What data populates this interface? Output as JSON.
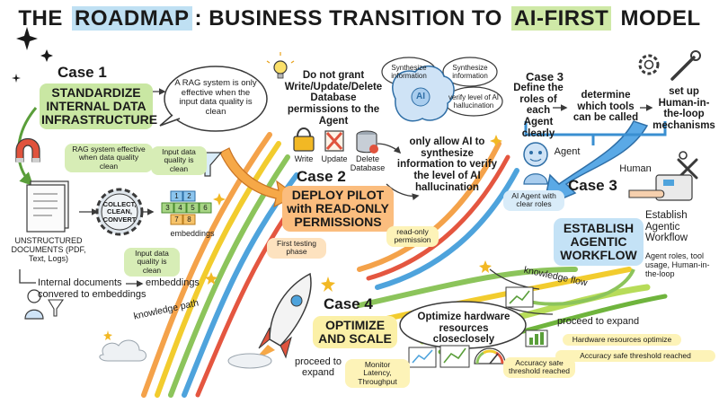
{
  "title": {
    "part1": "THE ",
    "part2": "ROADMAP",
    "part3": ": BUSINESS TRANSITION TO ",
    "part4": "AI-FIRST",
    "part5": " MODEL"
  },
  "case1": {
    "label": "Case 1",
    "headline": "STANDARDIZE INTERNAL DATA INFRASTRUCTURE",
    "rag_bubble": "A RAG system is only effective when the input data quality is clean",
    "rag_tag": "RAG system effective when data quality clean",
    "input_tag_top": "Input data quality is clean",
    "input_tag_bottom": "Input data quality is clean",
    "gear": "COLLECT, CLEAN, CONVERT",
    "blocks": [
      "1",
      "2",
      "3",
      "4",
      "5",
      "6",
      "7",
      "8"
    ],
    "embeddings": "embeddings",
    "unstructured": "UNSTRUCTURED DOCUMENTS (PDF, Text, Logs)",
    "flow_left": "Internal documents",
    "flow_right": "embeddings",
    "flow_tail": "convered to embeddings"
  },
  "permissions": {
    "text": "Do not grant Write/Update/Delete Database permissions to the Agent",
    "write": "Write",
    "update": "Update",
    "delete": "Delete Database"
  },
  "brain": {
    "synth1": "Synthesize information",
    "synth2": "Synthesize information",
    "ai": "AI",
    "verify": "verify level of AI hallucination"
  },
  "only_ai": "only allow AI to synthesize information to verify the level of AI hallucination",
  "case2": {
    "label": "Case 2",
    "headline": "DEPLOY PILOT with READ-ONLY PERMISSIONS",
    "first": "First testing phase",
    "readonly": "read-only permission"
  },
  "case3_top": {
    "label": "Case 3",
    "define": "Define the roles of each Agent clearly",
    "determine": "determine which tools can be called",
    "setup": "set up Human-in-the-loop mechanisms",
    "agent": "Agent",
    "human": "Human",
    "agent_tag": "AI Agent with clear roles"
  },
  "case3": {
    "label": "Case 3",
    "headline": "ESTABLISH AGENTIC WORKFLOW",
    "establish": "Establish Agentic Workflow",
    "roles": "Agent roles, tool usage, Human-in-the-loop"
  },
  "knowledge_flow": "knowledge flow",
  "knowledge_path": "knowledge path",
  "case4": {
    "label": "Case 4",
    "headline": "OPTIMIZE AND SCALE",
    "proceed_left": "proceed to expand",
    "monitor": "Monitor Latency, Throughput",
    "optimize_bubble": "Optimize hardware resources closeclosely",
    "accuracy_tag": "Accuracy safe threshold reached",
    "proceed_right": "proceed to expand",
    "hw_tag": "Hardware resources optimize",
    "acc_tag2": "Accuracy safe threshold reached"
  },
  "colors": {
    "green": "#c9e7a3",
    "orange": "#fbbd7e",
    "blue": "#c4e2f6",
    "yellow": "#fbf0a7",
    "red": "#e0533d",
    "gold": "#f2b824"
  },
  "icons": [
    "sparkle-icon",
    "bulb-icon",
    "gear-icon",
    "wrench-icon",
    "magnet-icon",
    "funnel-icon",
    "rocket-icon",
    "lock-icon",
    "delete-icon",
    "database-icon",
    "brain-icon",
    "robot-icon",
    "hand-icon",
    "tools-icon",
    "chart-icon",
    "gauge-icon",
    "cloud-icon",
    "star-icon"
  ]
}
